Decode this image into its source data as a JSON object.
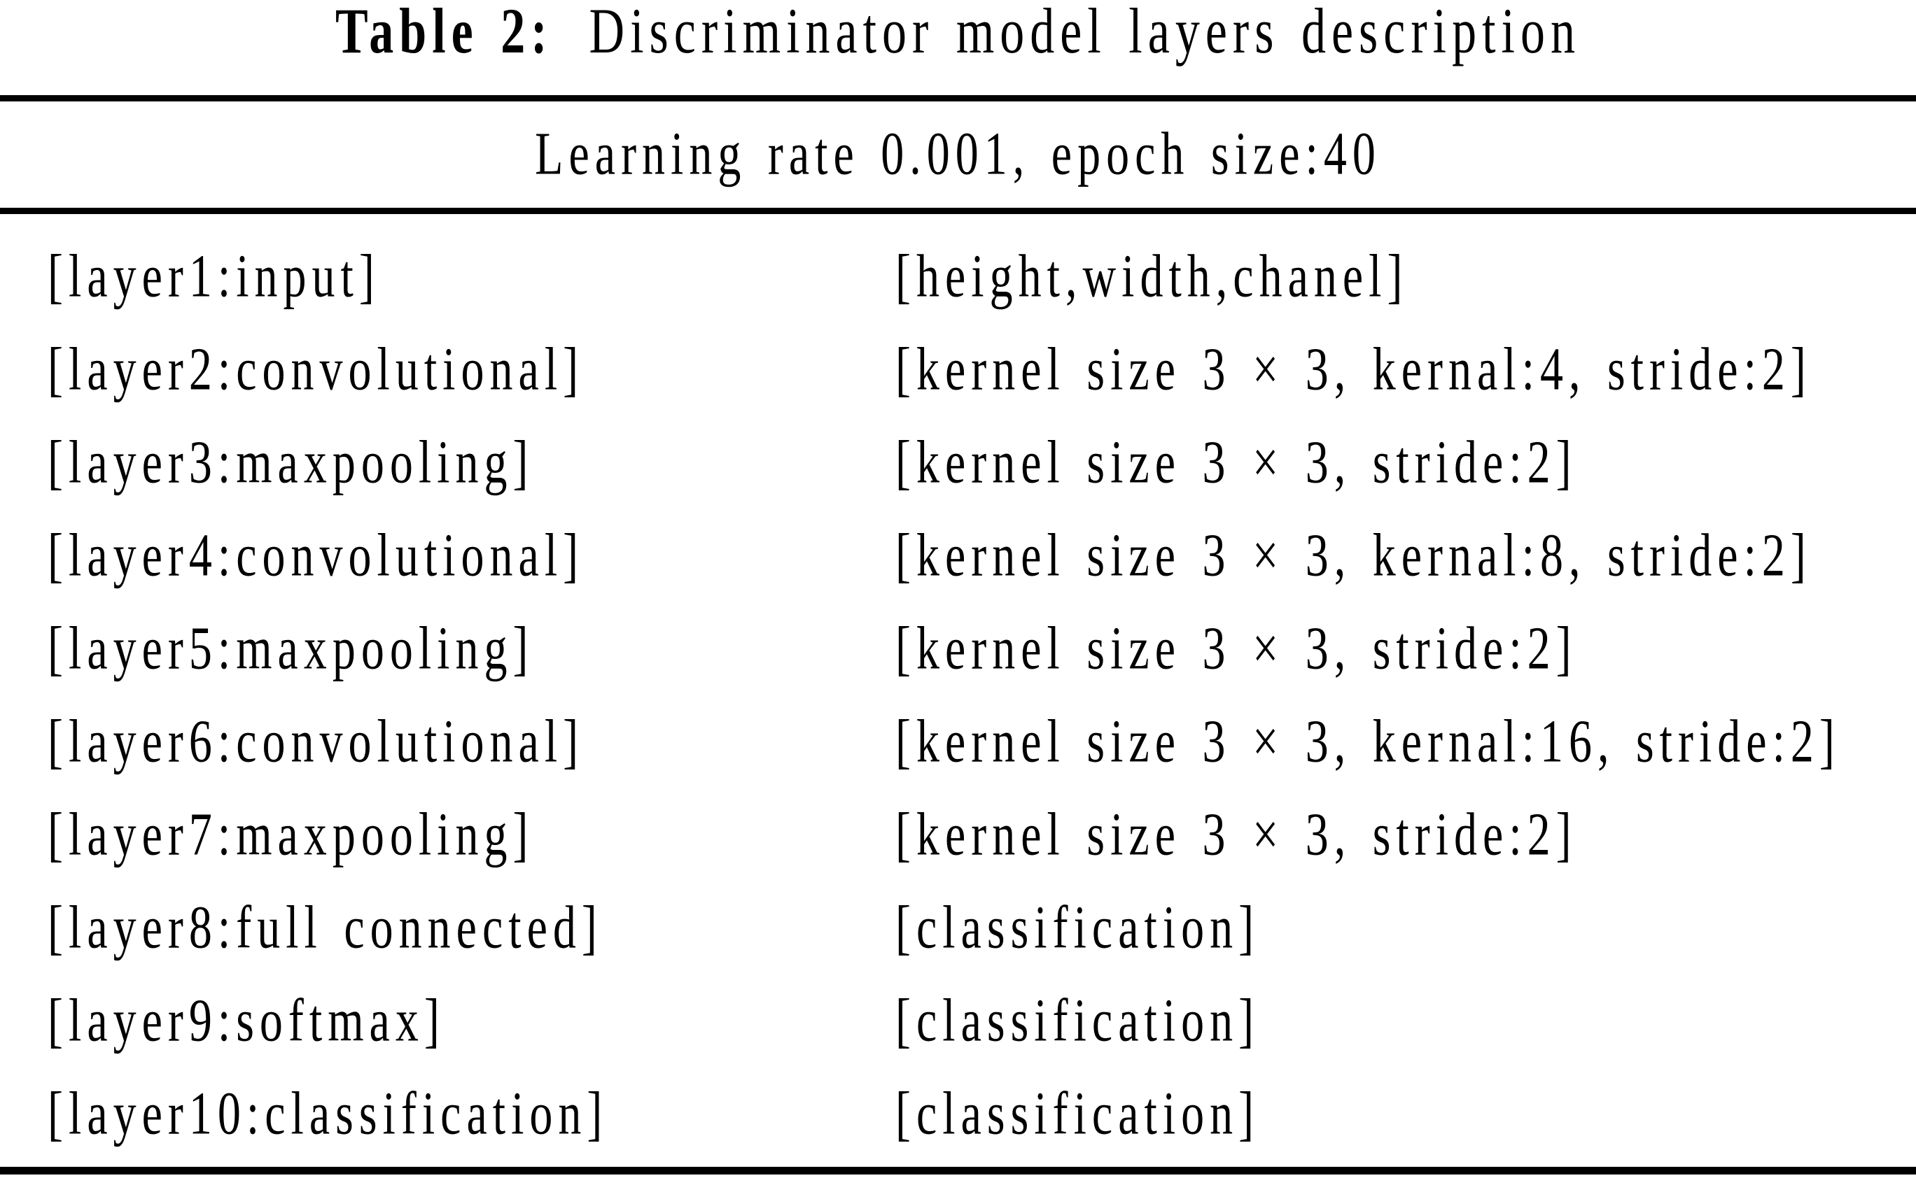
{
  "title": {
    "label": "Table 2:",
    "text": "Discriminator model layers description"
  },
  "header": {
    "text": "Learning rate 0.001, epoch size:40"
  },
  "table": {
    "rows": [
      {
        "layer": "[layer1:input]",
        "description": "[height,width,chanel]"
      },
      {
        "layer": "[layer2:convolutional]",
        "description": "[kernel size 3 × 3, kernal:4, stride:2]"
      },
      {
        "layer": "[layer3:maxpooling]",
        "description": "[kernel size 3 × 3, stride:2]"
      },
      {
        "layer": "[layer4:convolutional]",
        "description": "[kernel size 3 × 3, kernal:8, stride:2]"
      },
      {
        "layer": "[layer5:maxpooling]",
        "description": "[kernel size 3 × 3, stride:2]"
      },
      {
        "layer": "[layer6:convolutional]",
        "description": "[kernel size 3 × 3, kernal:16, stride:2]"
      },
      {
        "layer": "[layer7:maxpooling]",
        "description": "[kernel size 3 × 3, stride:2]"
      },
      {
        "layer": "[layer8:full connected]",
        "description": "[classification]"
      },
      {
        "layer": "[layer9:softmax]",
        "description": "[classification]"
      },
      {
        "layer": "[layer10:classification]",
        "description": "[classification]"
      }
    ]
  },
  "colors": {
    "background": "#ffffff",
    "text": "#000000",
    "rule": "#000000"
  }
}
